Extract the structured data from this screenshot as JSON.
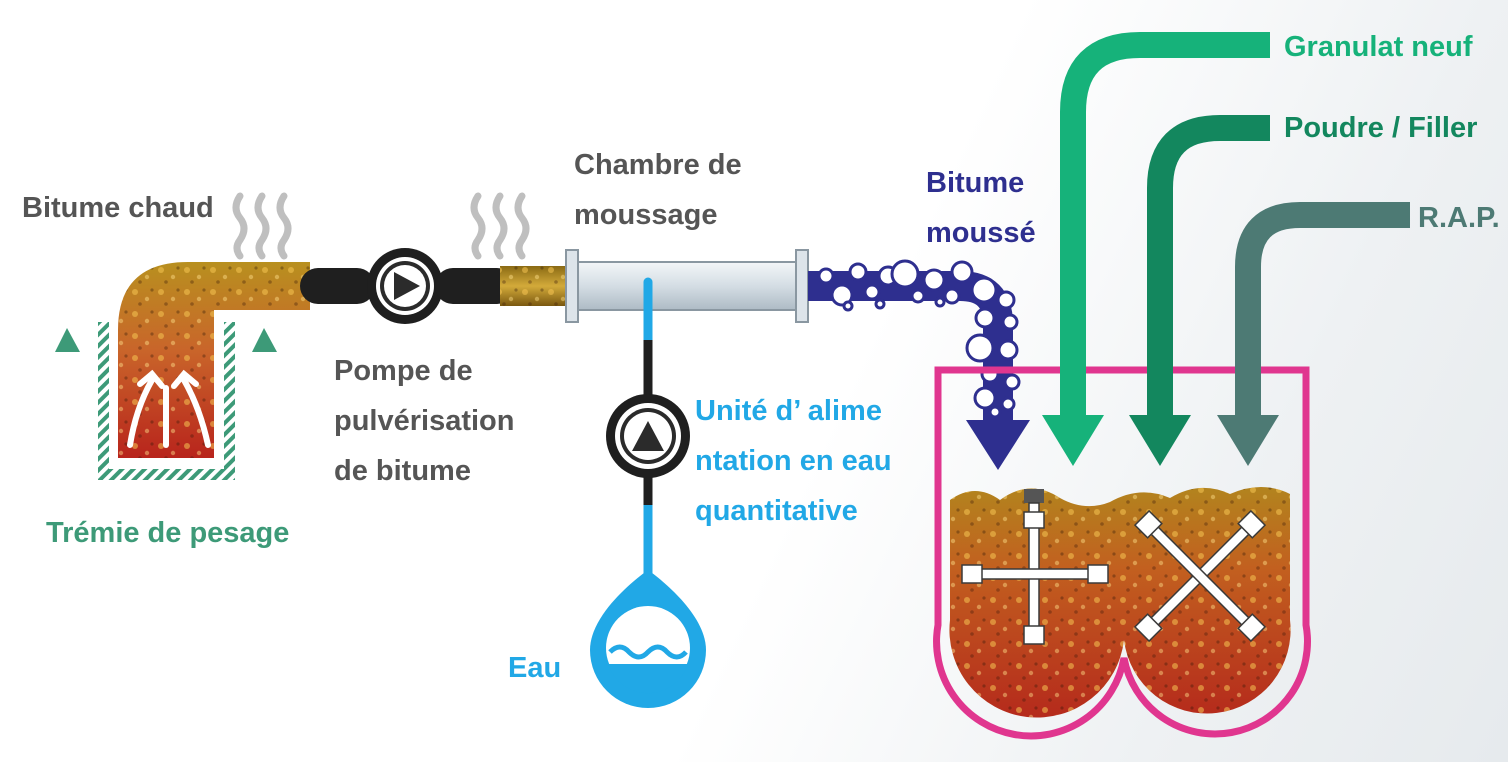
{
  "labels": {
    "hot_bitumen": "Bitume chaud",
    "weigh_hopper": "Trémie de pesage",
    "spray_pump": "Pompe de\npulvérisation\nde bitume",
    "foaming_chamber": "Chambre de\nmoussage",
    "water_unit": "Unité d’ alime\nntation en eau\nquantitative",
    "water": "Eau",
    "foamed_bitumen": "Bitume\nmoussé",
    "new_aggregate": "Granulat neuf",
    "filler": "Poudre / Filler",
    "rap": "R.A.P."
  },
  "colors": {
    "bitumen_dark": "#1a1a1a",
    "bitumen_hot": "#c94a1a",
    "bitumen_gold": "#d4a73a",
    "hopper_green": "#3d9a78",
    "water_blue": "#21a8e6",
    "foam_navy": "#2e2f8f",
    "mixer_magenta": "#e0368f",
    "new_aggregate_green": "#16b27a",
    "filler_green": "#13875e",
    "rap_slate": "#4d7a74",
    "steam_gray": "#bfbfbf"
  },
  "icons": [
    "pump-icon",
    "water-pump-icon",
    "water-drop-icon",
    "steam-icon",
    "mixer-paddle-icon"
  ]
}
